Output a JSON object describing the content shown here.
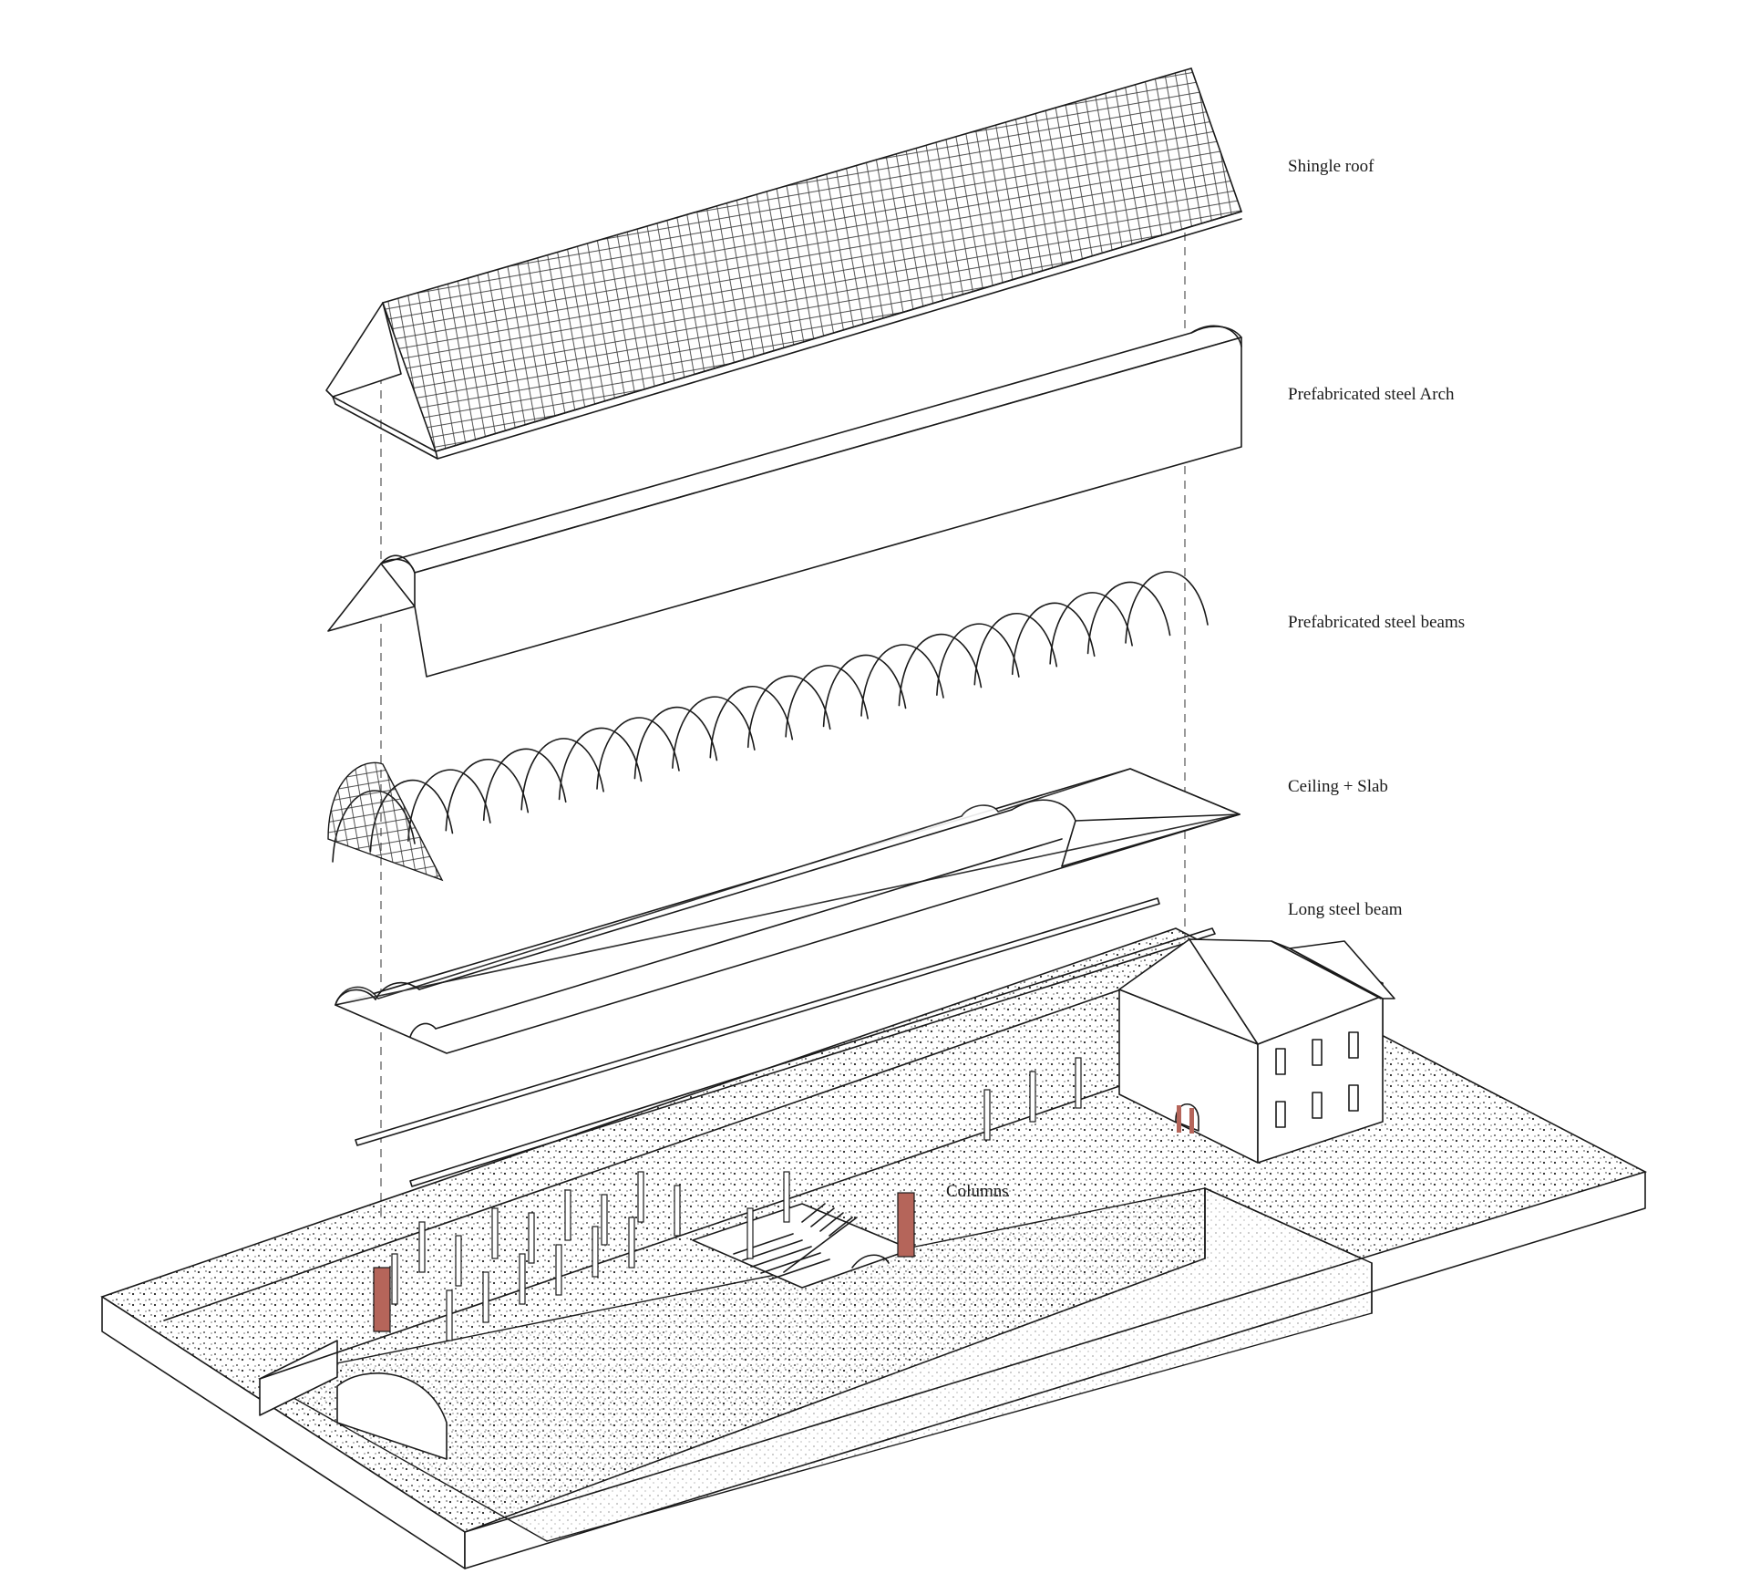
{
  "labels": {
    "shingle_roof": "Shingle roof",
    "steel_arch": "Prefabricated steel Arch",
    "steel_beams": "Prefabricated steel beams",
    "ceiling_slab": "Ceiling + Slab",
    "long_beam": "Long steel beam",
    "columns": "Columns"
  },
  "colors": {
    "line": "#1a1a1a",
    "highlight_column": "#b5655a",
    "dot_stipple": "#222222"
  }
}
